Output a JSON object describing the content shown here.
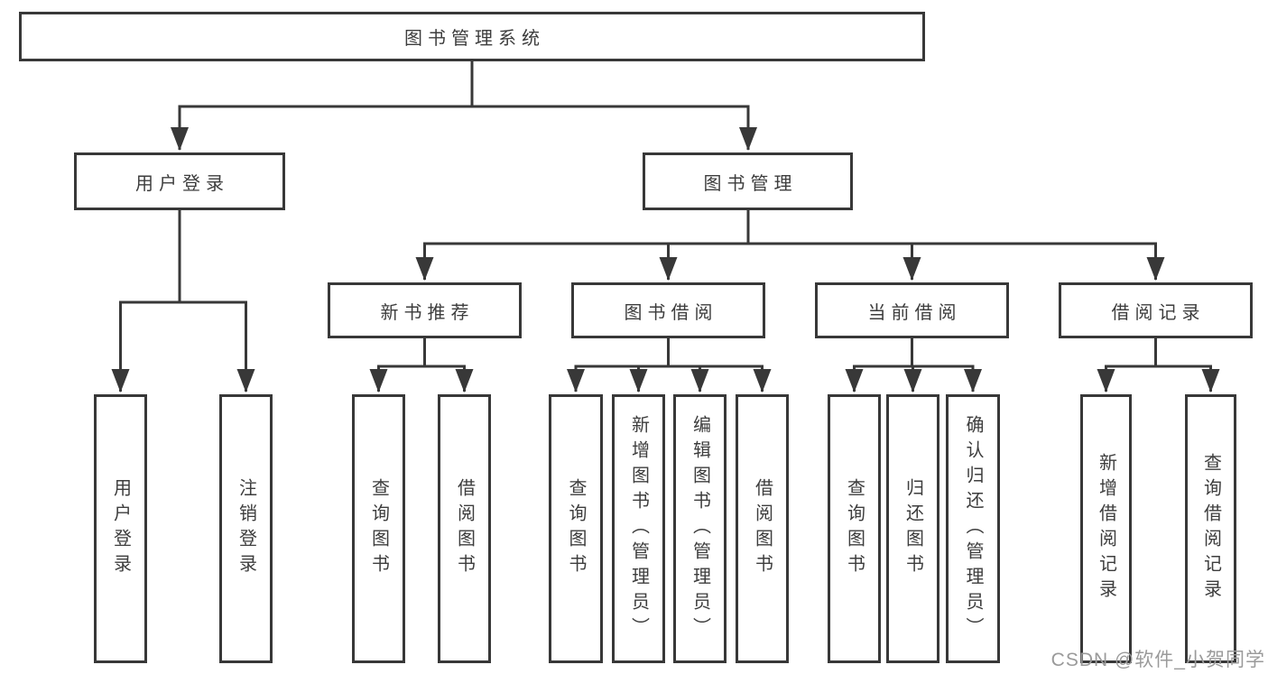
{
  "tree": {
    "root": "图书管理系统",
    "branches": [
      {
        "label": "用户登录",
        "children": [
          "用户登录",
          "注销登录"
        ]
      },
      {
        "label": "图书管理",
        "sections": [
          {
            "label": "新书推荐",
            "children": [
              "查询图书",
              "借阅图书"
            ]
          },
          {
            "label": "图书借阅",
            "children": [
              "查询图书",
              "新增图书（管理员）",
              "编辑图书（管理员）",
              "借阅图书"
            ]
          },
          {
            "label": "当前借阅",
            "children": [
              "查询图书",
              "归还图书",
              "确认归还（管理员）"
            ]
          },
          {
            "label": "借阅记录",
            "children": [
              "新增借阅记录",
              "查询借阅记录"
            ]
          }
        ]
      }
    ]
  },
  "watermark": "CSDN @软件_小贺同学",
  "colors": {
    "line": "#383838",
    "box_border": "#383838",
    "text": "#3d3d3d",
    "watermark": "#9a9a9a",
    "background": "#ffffff"
  }
}
